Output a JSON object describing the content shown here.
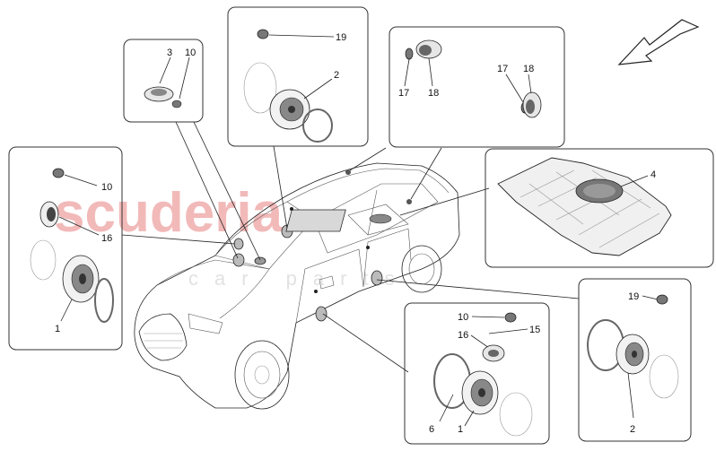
{
  "watermark": {
    "main": "scuderia",
    "sub": "car parts"
  },
  "callouts": {
    "p1_10": "10",
    "p1_16": "16",
    "p1_1": "1",
    "p2_3": "3",
    "p2_10": "10",
    "p3_19": "19",
    "p3_2": "2",
    "p4_17a": "17",
    "p4_18a": "18",
    "p4_17b": "17",
    "p4_18b": "18",
    "p5_4": "4",
    "p6_10": "10",
    "p6_15": "15",
    "p6_16": "16",
    "p6_6": "6",
    "p6_1": "1",
    "p7_19": "19",
    "p7_2": "2"
  },
  "icons": {
    "direction_arrow": "front-direction-arrow-icon"
  }
}
